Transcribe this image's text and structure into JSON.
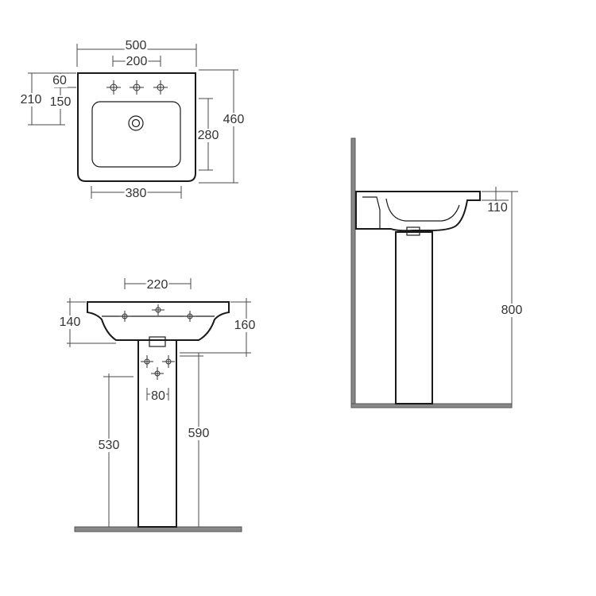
{
  "plan_view": {
    "dimensions": {
      "width": "500",
      "tap_spacing": "200",
      "back_to_tap": "60",
      "back_to_bowl_overall": "210",
      "bowl_offset": "150",
      "depth": "460",
      "bowl_depth": "280",
      "bowl_width": "380"
    }
  },
  "front_view": {
    "dimensions": {
      "tap_spacing": "220",
      "rim_left": "140",
      "rim_right": "160",
      "fixing_spacing": "80",
      "height_530": "530",
      "height_590": "590"
    }
  },
  "side_view": {
    "dimensions": {
      "rim_thickness": "110",
      "rim_height": "800"
    }
  },
  "colors": {
    "line": "#1a1a1a",
    "dimension_line": "#4a4a4a",
    "floor": "#888888",
    "text": "#333333"
  }
}
